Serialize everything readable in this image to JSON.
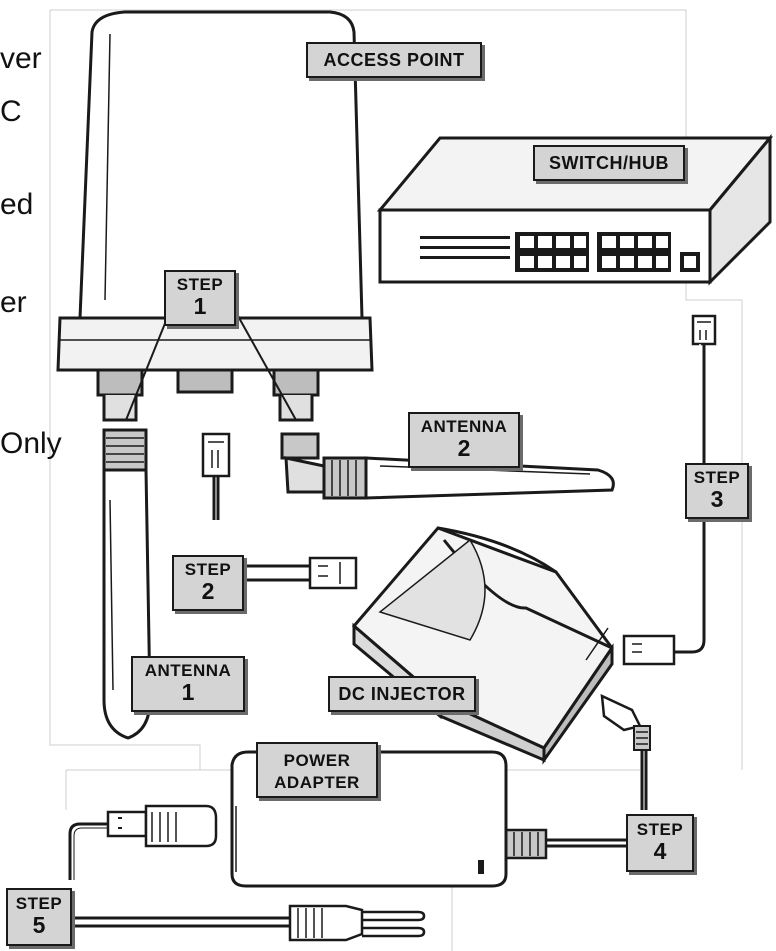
{
  "side_text": [
    "ver",
    "C",
    "ed",
    "er",
    "Only"
  ],
  "labels": {
    "access_point": "ACCESS POINT",
    "switch_hub": "SWITCH/HUB",
    "dc_injector": "DC INJECTOR",
    "power_adapter": [
      "POWER",
      "ADAPTER"
    ],
    "antenna_1": [
      "ANTENNA",
      "1"
    ],
    "antenna_2": [
      "ANTENNA",
      "2"
    ],
    "step_1": [
      "STEP",
      "1"
    ],
    "step_2": [
      "STEP",
      "2"
    ],
    "step_3": [
      "STEP",
      "3"
    ],
    "step_4": [
      "STEP",
      "4"
    ],
    "step_5": [
      "STEP",
      "5"
    ]
  },
  "colors": {
    "line": "#1a1a1a",
    "label_bg": "#d4d4d4",
    "shadow": "#6b6b6b",
    "panel_border": "#cfcfcf"
  }
}
